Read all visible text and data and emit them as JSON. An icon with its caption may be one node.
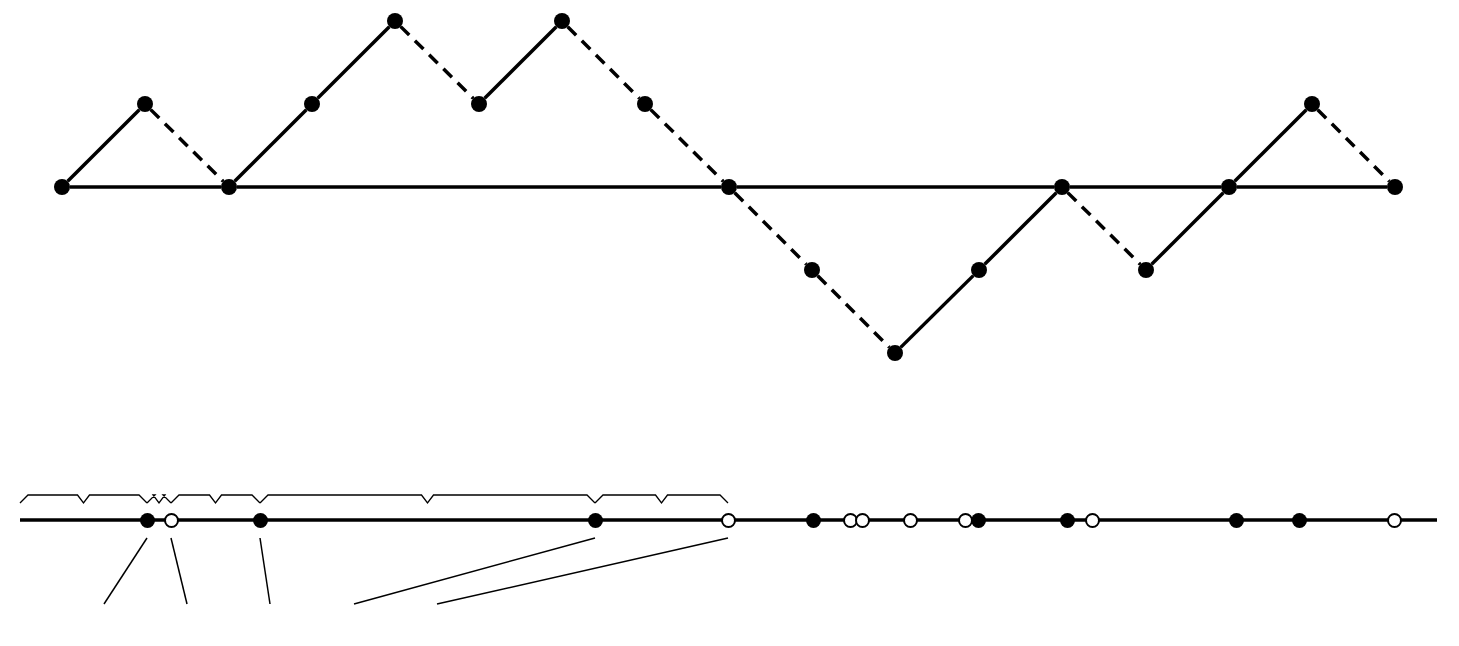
{
  "diagram": {
    "nodes": [
      {
        "text": [],
        "shape": "dot"
      },
      {
        "text": [],
        "shape": "dot"
      },
      {
        "text": [],
        "shape": "dot"
      },
      {
        "text": [],
        "shape": "dot"
      },
      {
        "text": [],
        "shape": "dot"
      },
      {
        "text": [],
        "shape": "dot"
      },
      {
        "text": [],
        "shape": "dot"
      },
      {
        "text": [],
        "shape": "dot"
      },
      {
        "text": [],
        "shape": "dot"
      },
      {
        "text": [],
        "shape": "dot"
      },
      {
        "text": [],
        "shape": "dot"
      },
      {
        "text": [],
        "shape": "dot"
      },
      {
        "text": [],
        "shape": "dot"
      },
      {
        "text": [],
        "shape": "dot"
      },
      {
        "text": [],
        "shape": "dot"
      },
      {
        "text": [],
        "shape": "dot"
      },
      {
        "text": [],
        "shape": "dot"
      },
      {
        "text": [],
        "shape": "dot"
      },
      {
        "text": [],
        "shape": "circle"
      },
      {
        "text": [],
        "shape": "dot"
      },
      {
        "text": [],
        "shape": "dot"
      },
      {
        "text": [],
        "shape": "circle"
      },
      {
        "text": [],
        "shape": "dot"
      },
      {
        "text": [],
        "shape": "circle"
      },
      {
        "text": [],
        "shape": "circle"
      },
      {
        "text": [],
        "shape": "circle"
      },
      {
        "text": [],
        "shape": "circle"
      },
      {
        "text": [],
        "shape": "dot"
      },
      {
        "text": [],
        "shape": "dot"
      },
      {
        "text": [],
        "shape": "circle"
      },
      {
        "text": [],
        "shape": "dot"
      },
      {
        "text": [],
        "shape": "dot"
      },
      {
        "text": [],
        "shape": "circle"
      }
    ],
    "edges": [
      {
        "from": 0,
        "to": 1,
        "arrow": "none"
      },
      {
        "from": 1,
        "to": 2,
        "arrow": "none",
        "style": "dashed"
      },
      {
        "from": 2,
        "to": 3,
        "arrow": "none"
      },
      {
        "from": 3,
        "to": 4,
        "arrow": "none"
      },
      {
        "from": 4,
        "to": 5,
        "arrow": "none",
        "style": "dashed"
      },
      {
        "from": 5,
        "to": 6,
        "arrow": "none"
      },
      {
        "from": 6,
        "to": 7,
        "arrow": "none",
        "style": "dashed"
      },
      {
        "from": 7,
        "to": 8,
        "arrow": "none",
        "style": "dashed"
      },
      {
        "from": 8,
        "to": 9,
        "arrow": "none",
        "style": "dashed"
      },
      {
        "from": 9,
        "to": 10,
        "arrow": "none",
        "style": "dashed"
      },
      {
        "from": 10,
        "to": 11,
        "arrow": "none"
      },
      {
        "from": 11,
        "to": 12,
        "arrow": "none"
      },
      {
        "from": 12,
        "to": 13,
        "arrow": "none",
        "style": "dashed"
      },
      {
        "from": 13,
        "to": 14,
        "arrow": "none"
      },
      {
        "from": 14,
        "to": 15,
        "arrow": "none"
      },
      {
        "from": 15,
        "to": 16,
        "arrow": "none",
        "style": "dashed"
      },
      {
        "from": 0,
        "to": 2,
        "arrow": "none"
      },
      {
        "from": 2,
        "to": 8,
        "arrow": "none"
      },
      {
        "from": 8,
        "to": 12,
        "arrow": "none"
      },
      {
        "from": 12,
        "to": 14,
        "arrow": "none"
      },
      {
        "from": 14,
        "to": 16,
        "arrow": "none"
      },
      {
        "from": 17,
        "to": null,
        "arrow": "none"
      },
      {
        "from": 18,
        "to": null,
        "arrow": "none"
      },
      {
        "from": 19,
        "to": null,
        "arrow": "none"
      },
      {
        "from": 20,
        "to": null,
        "arrow": "none"
      },
      {
        "from": 21,
        "to": null,
        "arrow": "none"
      }
    ]
  }
}
